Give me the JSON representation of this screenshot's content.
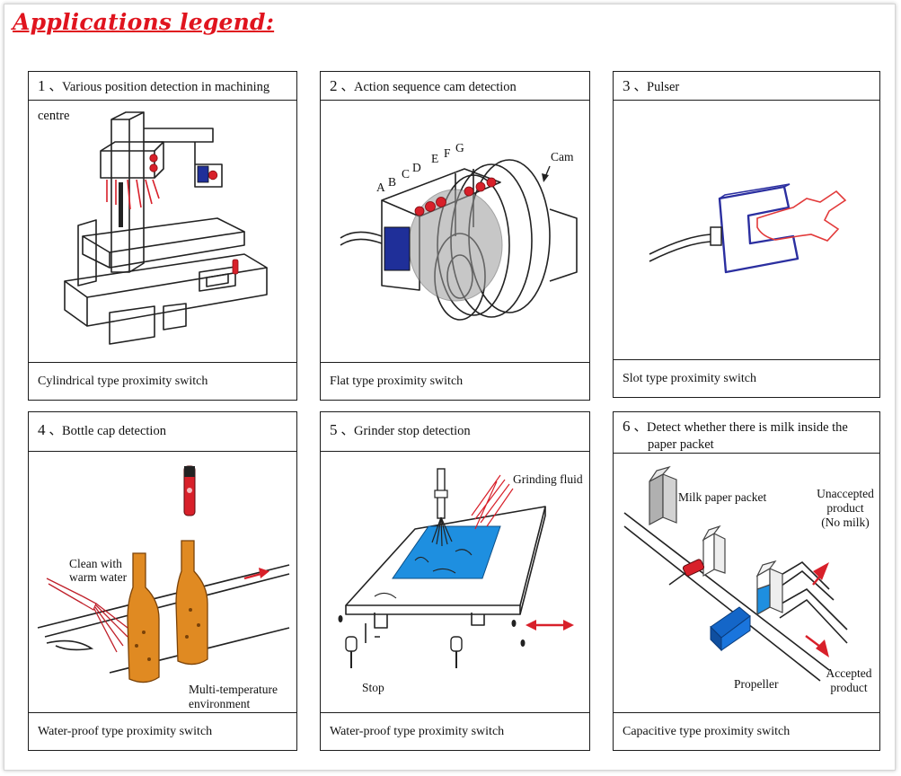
{
  "title": "Applications legend:",
  "panels": [
    {
      "number": "1",
      "separator": "、",
      "title": "Various position detection in machining centre",
      "footer": "Cylindrical type proximity switch",
      "labels": []
    },
    {
      "number": "2",
      "separator": "、",
      "title": "Action sequence cam detection",
      "footer": "Flat type proximity switch",
      "labels": {
        "cam": "Cam",
        "letters": [
          "A",
          "B",
          "C",
          "D",
          "E",
          "F",
          "G"
        ]
      }
    },
    {
      "number": "3",
      "separator": "、",
      "title": "Pulser",
      "footer": "Slot type proximity switch",
      "labels": []
    },
    {
      "number": "4",
      "separator": "、",
      "title": "Bottle cap detection",
      "footer": "Water-proof type proximity switch",
      "labels": {
        "clean_line1": "Clean with",
        "clean_line2": "warm water",
        "env_line1": "Multi-temperature",
        "env_line2": "environment"
      }
    },
    {
      "number": "5",
      "separator": "、",
      "title": "Grinder stop detection",
      "footer": "Water-proof type proximity switch",
      "labels": {
        "fluid": "Grinding fluid",
        "stop": "Stop"
      }
    },
    {
      "number": "6",
      "separator": "、",
      "title_line1": "Detect whether there is milk inside the",
      "title_line2": "paper packet",
      "footer": "Capacitive type proximity switch",
      "labels": {
        "packet": "Milk paper packet",
        "unaccepted_line1": "Unaccepted",
        "unaccepted_line2": "product",
        "unaccepted_line3": "(No milk)",
        "propeller": "Propeller",
        "accepted_line1": "Accepted",
        "accepted_line2": "product"
      }
    }
  ],
  "colors": {
    "title_red": "#e0141e",
    "sensor_red": "#d8202a",
    "sensor_blue": "#1f2f99",
    "bottle_orange": "#e08a22",
    "grinder_blue": "#1e8fe0",
    "propeller_blue": "#1466c8",
    "packet_gray": "#b8b8b8"
  }
}
